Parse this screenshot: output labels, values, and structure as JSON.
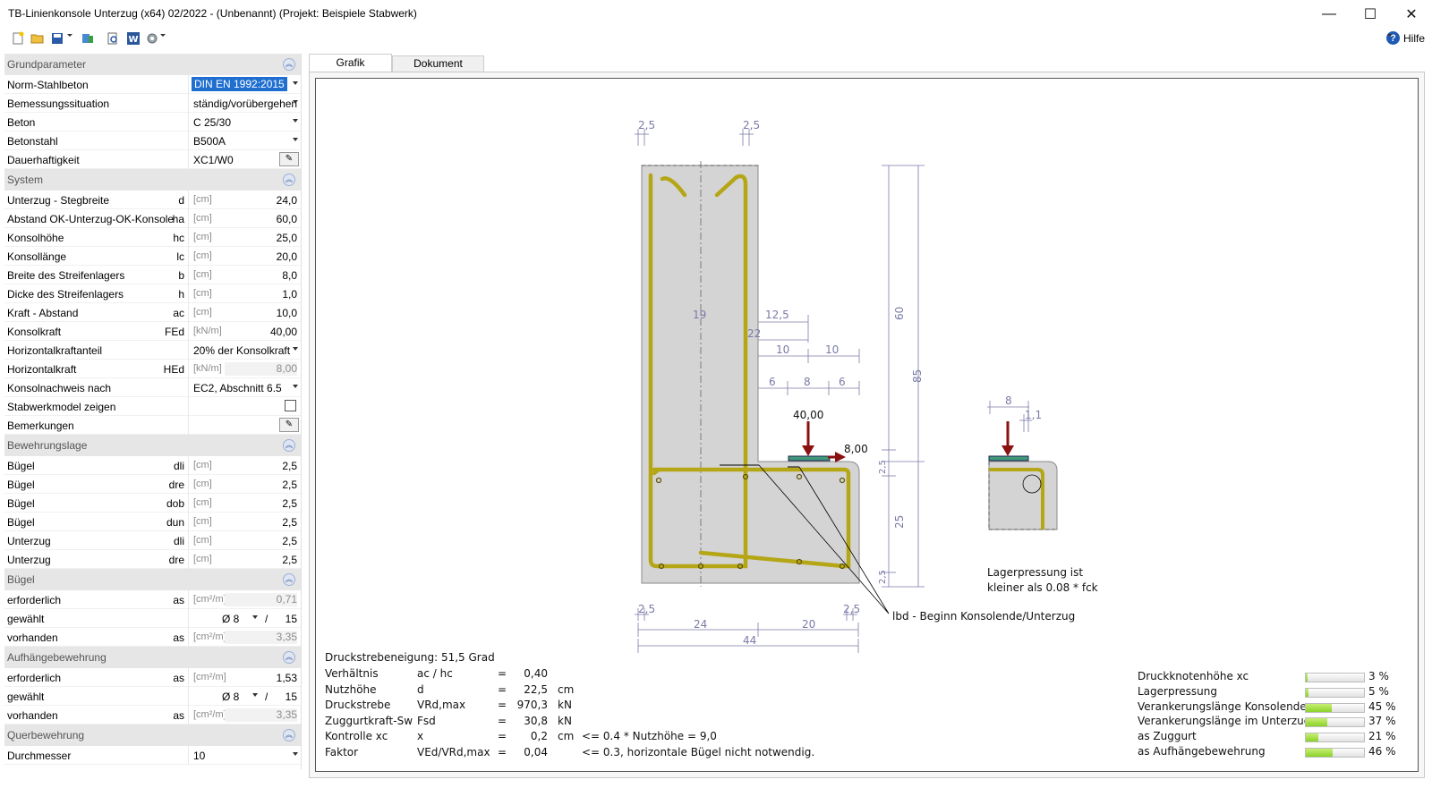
{
  "window": {
    "title": "TB-Linienkonsole Unterzug (x64) 02/2022 - (Unbenannt) (Projekt: Beispiele Stabwerk)",
    "minimize": "—",
    "maximize": "☐",
    "close": "✕"
  },
  "toolbar": {
    "help_label": "Hilfe",
    "help_icon": "?"
  },
  "sections": {
    "grundparameter": "Grundparameter",
    "system": "System",
    "bewehrungslage": "Bewehrungslage",
    "buegel": "Bügel",
    "aufhaenge": "Aufhängebewehrung",
    "querbewehrung": "Querbewehrung"
  },
  "grund": {
    "norm_label": "Norm-Stahlbeton",
    "norm_value": "DIN EN 1992:2015",
    "bem_label": "Bemessungssituation",
    "bem_value": "ständig/vorübergehen",
    "beton_label": "Beton",
    "beton_value": "C 25/30",
    "stahl_label": "Betonstahl",
    "stahl_value": "B500A",
    "dauer_label": "Dauerhaftigkeit",
    "dauer_value": "XC1/W0"
  },
  "system_rows": [
    {
      "label": "Unterzug - Stegbreite",
      "sym": "d",
      "unit": "[cm]",
      "value": "24,0"
    },
    {
      "label": "Abstand OK-Unterzug-OK-Konsole",
      "sym": "ha",
      "unit": "[cm]",
      "value": "60,0"
    },
    {
      "label": "Konsolhöhe",
      "sym": "hc",
      "unit": "[cm]",
      "value": "25,0"
    },
    {
      "label": "Konsollänge",
      "sym": "lc",
      "unit": "[cm]",
      "value": "20,0"
    },
    {
      "label": "Breite des Streifenlagers",
      "sym": "b",
      "unit": "[cm]",
      "value": "8,0"
    },
    {
      "label": "Dicke des Streifenlagers",
      "sym": "h",
      "unit": "[cm]",
      "value": "1,0"
    },
    {
      "label": "Kraft - Abstand",
      "sym": "ac",
      "unit": "[cm]",
      "value": "10,0"
    },
    {
      "label": "Konsolkraft",
      "sym": "FEd",
      "unit": "[kN/m]",
      "value": "40,00"
    }
  ],
  "system_extra": {
    "hk_anteil_label": "Horizontalkraftanteil",
    "hk_anteil_value": "20% der Konsolkraft",
    "hk_label": "Horizontalkraft",
    "hk_sym": "HEd",
    "hk_unit": "[kN/m]",
    "hk_value": "8,00",
    "nachweis_label": "Konsolnachweis nach",
    "nachweis_value": "EC2, Abschnitt 6.5",
    "stabwerk_label": "Stabwerkmodel zeigen",
    "bemerk_label": "Bemerkungen"
  },
  "bewehrung_rows": [
    {
      "label": "Bügel",
      "sym": "dli",
      "unit": "[cm]",
      "value": "2,5"
    },
    {
      "label": "Bügel",
      "sym": "dre",
      "unit": "[cm]",
      "value": "2,5"
    },
    {
      "label": "Bügel",
      "sym": "dob",
      "unit": "[cm]",
      "value": "2,5"
    },
    {
      "label": "Bügel",
      "sym": "dun",
      "unit": "[cm]",
      "value": "2,5"
    },
    {
      "label": "Unterzug",
      "sym": "dli",
      "unit": "[cm]",
      "value": "2,5"
    },
    {
      "label": "Unterzug",
      "sym": "dre",
      "unit": "[cm]",
      "value": "2,5"
    }
  ],
  "buegel": {
    "erf_label": "erforderlich",
    "erf_sym": "as",
    "erf_unit": "[cm²/m]",
    "erf_value": "0,71",
    "gew_label": "gewählt",
    "gew_dia": "Ø 8",
    "gew_sep": "/",
    "gew_spacing": "15",
    "vorh_label": "vorhanden",
    "vorh_sym": "as",
    "vorh_unit": "[cm²/m]",
    "vorh_value": "3,35"
  },
  "aufh": {
    "erf_label": "erforderlich",
    "erf_sym": "as",
    "erf_unit": "[cm²/m]",
    "erf_value": "1,53",
    "gew_label": "gewählt",
    "gew_dia": "Ø 8",
    "gew_sep": "/",
    "gew_spacing": "15",
    "vorh_label": "vorhanden",
    "vorh_sym": "as",
    "vorh_unit": "[cm²/m]",
    "vorh_value": "3,35"
  },
  "quer": {
    "label": "Durchmesser",
    "value": "10"
  },
  "tabs": {
    "grafik": "Grafik",
    "dokument": "Dokument"
  },
  "drawing": {
    "dims": {
      "top_left": "2,5",
      "top_right": "2,5",
      "d19": "19",
      "d125": "12,5",
      "d22": "22",
      "d10a": "10",
      "d10b": "10",
      "d6a": "6",
      "d8": "8",
      "d6b": "6",
      "d60": "60",
      "d85": "85",
      "d25": "25",
      "d25s_a": "2,5",
      "d25s_b": "2,5",
      "bot_left": "2,5",
      "bot_right": "2,5",
      "d24": "24",
      "d20": "20",
      "d44": "44",
      "side8": "8",
      "side1": "1,1"
    },
    "force_v": "40,00",
    "force_h": "8,00",
    "note_line1": "Lagerpressung ist",
    "note_line2": "kleiner als 0.08 * fck",
    "lbd_label": "lbd - Beginn Konsolende/Unterzug"
  },
  "results": {
    "title": "Druckstrebeneigung: 51,5 Grad",
    "rows": [
      {
        "name": "Verhältnis",
        "sym": "ac / hc",
        "eq": "=",
        "val": "0,40",
        "unit": "",
        "note": ""
      },
      {
        "name": "Nutzhöhe",
        "sym": "d",
        "eq": "=",
        "val": "22,5",
        "unit": "cm",
        "note": ""
      },
      {
        "name": "Druckstrebe",
        "sym": "VRd,max",
        "eq": "=",
        "val": "970,3",
        "unit": "kN",
        "note": ""
      },
      {
        "name": "Zuggurtkraft-Sw",
        "sym": "Fsd",
        "eq": "=",
        "val": "30,8",
        "unit": "kN",
        "note": ""
      },
      {
        "name": "Kontrolle xc",
        "sym": "x",
        "eq": "=",
        "val": "0,2",
        "unit": "cm",
        "note": "<= 0.4 * Nutzhöhe = 9,0"
      },
      {
        "name": "Faktor",
        "sym": "VEd/VRd,max",
        "eq": "=",
        "val": "0,04",
        "unit": "",
        "note": "<= 0.3, horizontale Bügel nicht notwendig."
      }
    ]
  },
  "utilization": [
    {
      "label": "Druckknotenhöhe xc",
      "percent": 3,
      "text": "3 %"
    },
    {
      "label": "Lagerpressung",
      "percent": 5,
      "text": "5 %"
    },
    {
      "label": "Verankerungslänge Konsolende",
      "percent": 45,
      "text": "45 %"
    },
    {
      "label": "Verankerungslänge im Unterzug",
      "percent": 37,
      "text": "37 %"
    },
    {
      "label": "as Zuggurt",
      "percent": 21,
      "text": "21 %"
    },
    {
      "label": "as Aufhängebewehrung",
      "percent": 46,
      "text": "46 %"
    }
  ],
  "colors": {
    "concrete": "#d4d4d4",
    "rebar": "#b5a616",
    "force": "#8b1010",
    "bearing": "#3e9a78",
    "dim": "#7a7aa8",
    "accent": "#1f6fd1",
    "bar_fill": "#8ad12a"
  }
}
